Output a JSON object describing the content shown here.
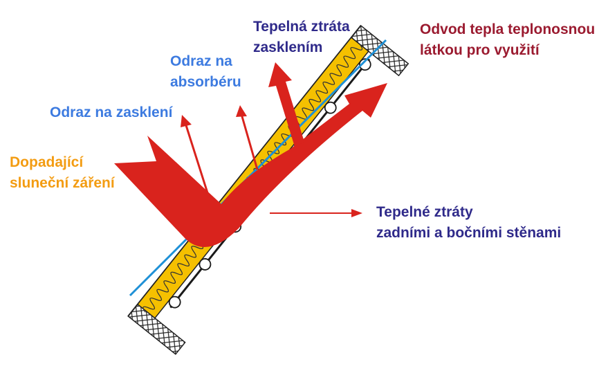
{
  "colors": {
    "incoming": "#f39c12",
    "glass_reflection": "#3d7be0",
    "absorber_reflection": "#3d7be0",
    "glazing_loss": "#2f2a8a",
    "useful_heat": "#9b1b30",
    "rear_loss": "#2f2a8a",
    "arrow_red": "#d9231d",
    "glass_blue": "#1e90d6",
    "insulation": "#f5c000"
  },
  "labels": {
    "incoming": {
      "line1": "Dopadající",
      "line2": "sluneční záření"
    },
    "glass_reflection": {
      "line1": "Odraz na zasklení"
    },
    "absorber_reflection": {
      "line1": "Odraz na",
      "line2": "absorbéru"
    },
    "glazing_loss": {
      "line1": "Tepelná ztráta",
      "line2": "zasklením"
    },
    "useful_heat": {
      "line1": "Odvod tepla teplonosnou",
      "line2": "látkou pro využití"
    },
    "rear_loss": {
      "line1": "Tepelné ztráty",
      "line2": "zadními a bočními stěnami"
    }
  },
  "icons": {
    "incoming_arrow": "big-red-arrow",
    "reflection_arrows": "thin-red-arrow",
    "tube_circles": "pipe-cross-section"
  }
}
